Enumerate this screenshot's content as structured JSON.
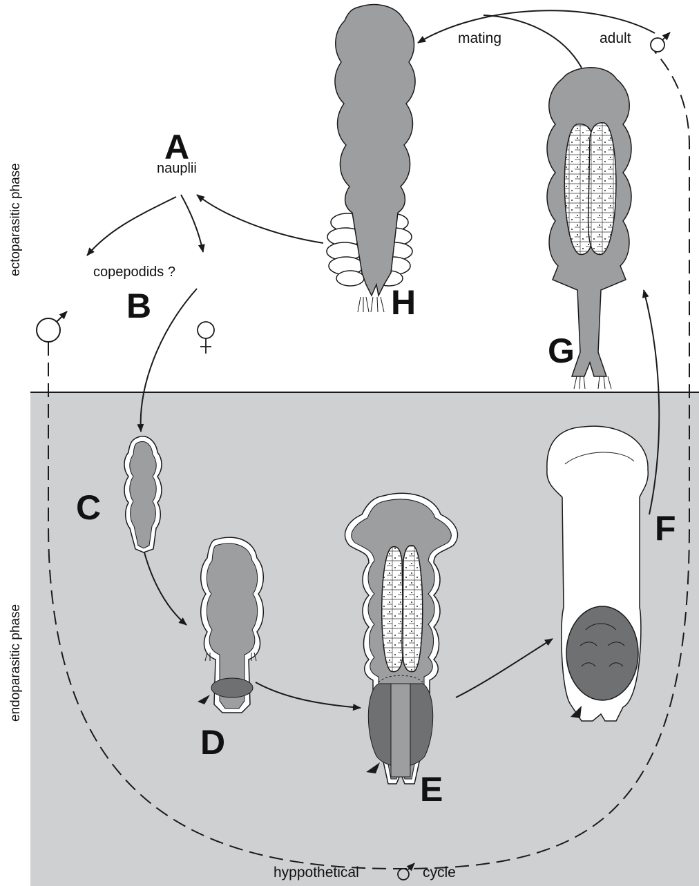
{
  "phases": {
    "ectoparasitic": "ectoparasitic phase",
    "endoparasitic": "endoparasitic phase"
  },
  "stages": {
    "A": {
      "letter": "A",
      "caption": "nauplii"
    },
    "B": {
      "letter": "B",
      "caption": "copepodids ?"
    },
    "C": {
      "letter": "C"
    },
    "D": {
      "letter": "D"
    },
    "E": {
      "letter": "E"
    },
    "F": {
      "letter": "F"
    },
    "G": {
      "letter": "G"
    },
    "H": {
      "letter": "H"
    }
  },
  "annotations": {
    "mating": "mating",
    "adult": "adult",
    "hypothetical": "hyppothetical",
    "cycle": "cycle"
  },
  "symbols": {
    "male": "♂",
    "female": "♀"
  },
  "colors": {
    "endo_background": "#cfd0d2",
    "body_gray": "#9d9ea0",
    "dark_gray": "#6f7072",
    "line": "#1a1a1a"
  }
}
